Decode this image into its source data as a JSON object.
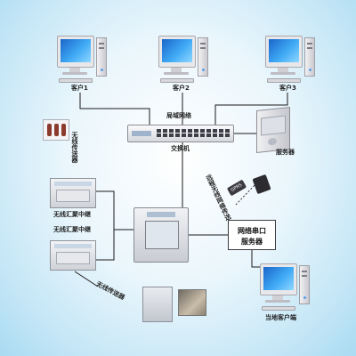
{
  "clients": {
    "c1": "客户1",
    "c2": "客户2",
    "c3": "客户3"
  },
  "lan": "局域网络",
  "switch": "交换机",
  "server": "服务器",
  "wireless_transmitter": "无线传送器",
  "collector1": "无线汇聚中继",
  "collector2": "无线汇聚中继",
  "gprs_badge": "GPRS",
  "net_serial_server": {
    "line1": "网络串口",
    "line2": "服务器"
  },
  "local_client": "当地客户端",
  "wireless_transmitter_bottom": "无线传送器",
  "remote_link_label": "远程无线网络传送",
  "colors": {
    "background": "#a9dbf2",
    "screen": "#1b66c9",
    "wire": "#1a1a1a"
  }
}
